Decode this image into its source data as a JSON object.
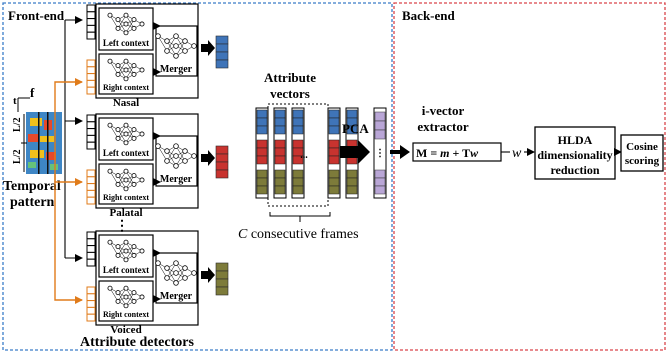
{
  "sections": {
    "front_end": "Front-end",
    "back_end": "Back-end"
  },
  "input": {
    "t_label": "t",
    "f_label": "f",
    "half_window_top": "L/2",
    "half_window_bottom": "L/2",
    "caption_line1": "Temporal",
    "caption_line2": "pattern"
  },
  "detectors": [
    {
      "name": "Nasal",
      "left": "Left context",
      "right": "Right context",
      "merger": "Merger",
      "color": "#3f74b8"
    },
    {
      "name": "Palatal",
      "left": "Left context",
      "right": "Right context",
      "merger": "Merger",
      "color": "#c8332f"
    },
    {
      "name": "Voiced",
      "left": "Left context",
      "right": "Right context",
      "merger": "Merger",
      "color": "#7d7b3a"
    }
  ],
  "ellipsis": "⋮",
  "detectors_caption": "Attribute detectors",
  "attribute_vectors": {
    "title_line1": "Attribute",
    "title_line2": "vectors",
    "frames_var": "C",
    "frames_text": " consecutive frames",
    "dots": "...",
    "pca_color": "#b9a6d6"
  },
  "pca_label": "PCA",
  "extractor": {
    "title_line1": "i-vector",
    "title_line2": "extractor",
    "eq_lhs": "M = ",
    "eq_m": "m",
    "eq_plus": " + T",
    "eq_w": "w",
    "out_w": "w"
  },
  "hlda": {
    "line1": "HLDA",
    "line2": "dimensionality",
    "line3": "reduction"
  },
  "cosine": {
    "line1": "Cosine",
    "line2": "scoring"
  },
  "colors": {
    "front_border": "#3a7cc8",
    "back_border": "#d9454a",
    "accent_red": "#c0282b",
    "arrow_orange": "#e07b1a"
  }
}
